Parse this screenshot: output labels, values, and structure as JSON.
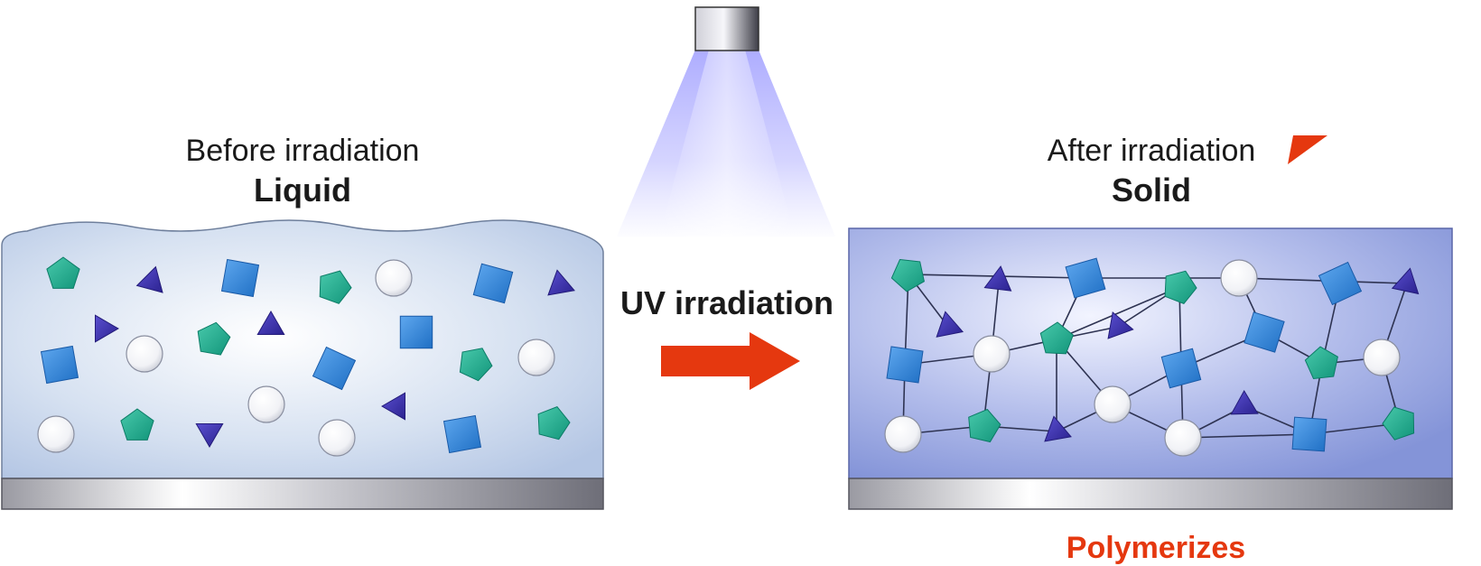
{
  "before": {
    "caption": "Before irradiation",
    "state": "Liquid"
  },
  "after": {
    "caption": "After irradiation",
    "state": "Solid"
  },
  "process": {
    "label": "UV irradiation"
  },
  "result": {
    "label": "Polymerizes"
  },
  "colors": {
    "accent": "#e5380f",
    "pentagon": "#1aa88c",
    "square": "#2a7fd4",
    "triangle": "#3a2fa8",
    "sphere": "#f2f4f8",
    "liquid": "#c3d3ea",
    "solid": "#8f9fdc",
    "uv_light": "#a9a8ff",
    "substrate": "#8c8c94"
  },
  "icons": [
    "uv-lamp-icon",
    "right-arrow-icon",
    "corner-flag-icon"
  ]
}
